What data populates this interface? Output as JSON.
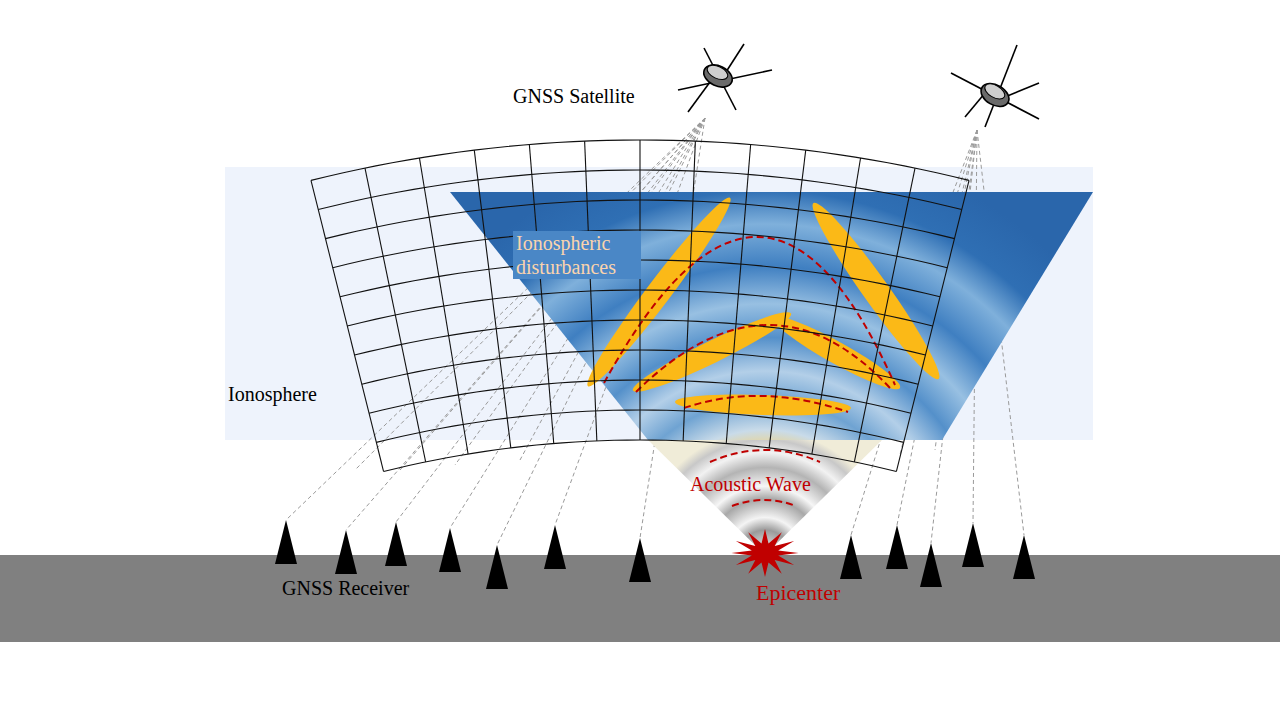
{
  "diagram": {
    "labels": [
      "GNSS Satellite",
      "Ionospheric disturbances",
      "Ionosphere",
      "Acoustic Wave",
      "GNSS Receiver",
      "Epicenter"
    ]
  }
}
